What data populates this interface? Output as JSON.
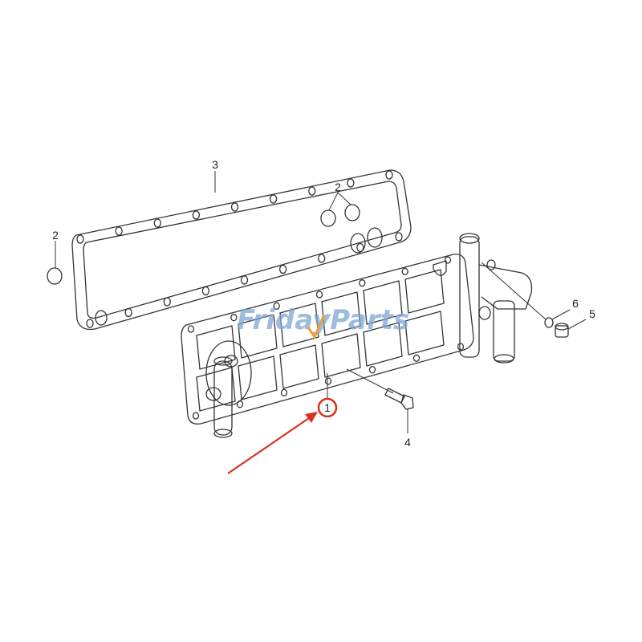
{
  "diagram": {
    "callouts": [
      {
        "id": "callout-1",
        "text": "1",
        "highlighted": true
      },
      {
        "id": "callout-2a",
        "text": "2"
      },
      {
        "id": "callout-2b",
        "text": "2"
      },
      {
        "id": "callout-3",
        "text": "3"
      },
      {
        "id": "callout-4",
        "text": "4"
      },
      {
        "id": "callout-5",
        "text": "5"
      },
      {
        "id": "callout-6",
        "text": "6"
      }
    ],
    "watermark": "FridayParts",
    "colors": {
      "line": "#333333",
      "highlight": "#d9301f",
      "watermark": "#7ea6d6",
      "watermark_accent": "#f0a030"
    }
  }
}
